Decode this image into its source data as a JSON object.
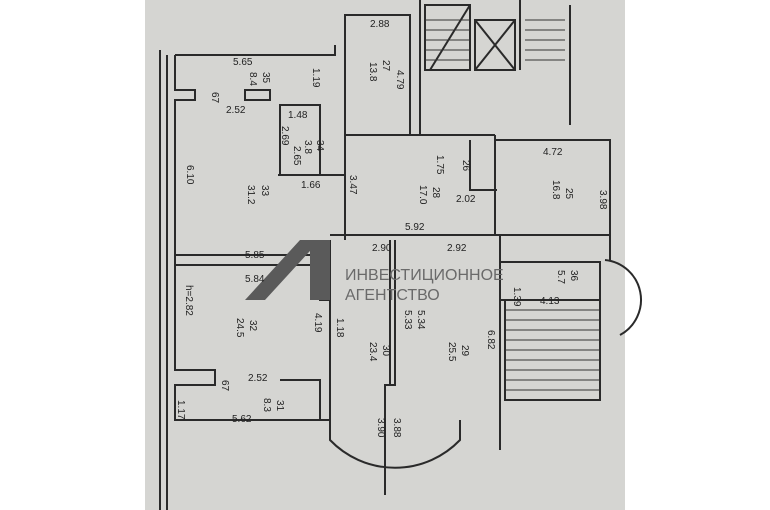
{
  "plan": {
    "rooms": [
      {
        "number": "27",
        "area": "13.8"
      },
      {
        "number": "35",
        "area": "8.4"
      },
      {
        "number": "34",
        "area": "3.8"
      },
      {
        "number": "33",
        "area": "31.2"
      },
      {
        "number": "28",
        "area": "17.0"
      },
      {
        "number": "26"
      },
      {
        "number": "25",
        "area": "16.8"
      },
      {
        "number": "32",
        "area": "24.5"
      },
      {
        "number": "31",
        "area": "8.3"
      },
      {
        "number": "30",
        "area": "23.4"
      },
      {
        "number": "29",
        "area": "25.5"
      },
      {
        "number": "36",
        "area": "5.7"
      }
    ],
    "dimensions": [
      "2.88",
      "4.79",
      "5.65",
      "1.19",
      "67",
      "2.52",
      "1.48",
      "2.69",
      "2.65",
      "1.66",
      "6.10",
      "3.47",
      "1.75",
      "2.02",
      "4.72",
      "3.98",
      "5.92",
      "2.90",
      "2.92",
      "5.85",
      "5.84",
      "h=2.82",
      "4.19",
      "1.18",
      "5.33",
      "5.34",
      "6.82",
      "1.39",
      "4.13",
      "2.52",
      "67",
      "1.17",
      "5.62",
      "3.90",
      "3.88"
    ]
  },
  "watermark": {
    "logo": "A1",
    "line1": "ИНВЕСТИЦИОННОЕ",
    "line2": "АГЕНТСТВО"
  }
}
